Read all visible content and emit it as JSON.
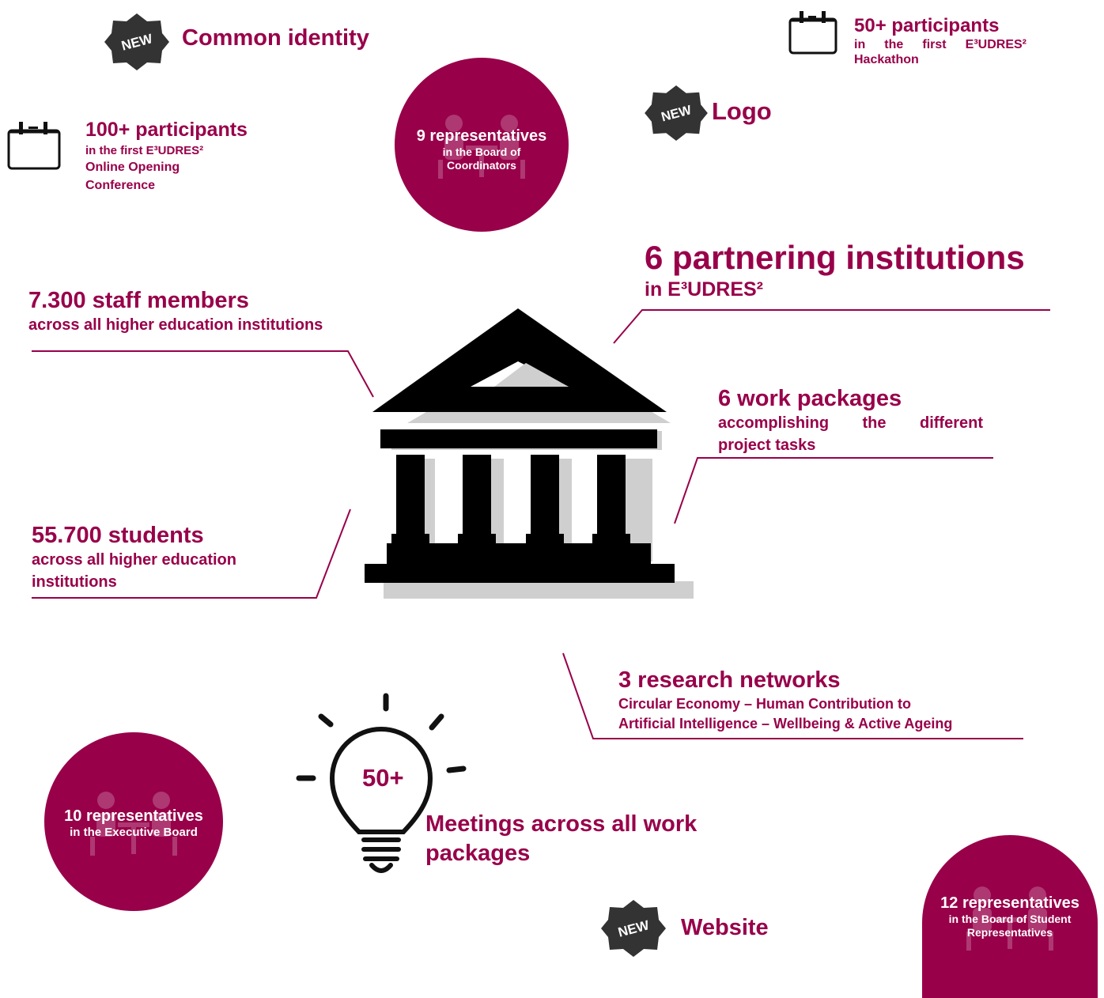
{
  "colors": {
    "accent": "#98004a",
    "icon": "#111111",
    "shadow": "#cfcfcf"
  },
  "icons": {
    "new_badge": "new-badge-icon",
    "calendar": "calendar-icon",
    "bank": "bank-building-icon",
    "lightbulb": "lightbulb-icon",
    "meeting": "meeting-people-icon"
  },
  "badges": {
    "new_label": "NEW"
  },
  "common_identity": {
    "title": "Common identity"
  },
  "logo": {
    "title": "Logo"
  },
  "website": {
    "title": "Website"
  },
  "hackathon": {
    "title": "50+ participants",
    "sub": "in the first E³UDRES² Hackathon"
  },
  "conference": {
    "title": "100+ participants",
    "line1": "in the first E³UDRES²",
    "line2": "Online Opening",
    "line3": "Conference"
  },
  "coordinators": {
    "title": "9 representatives",
    "line1": "in the Board of",
    "line2": "Coordinators"
  },
  "partners": {
    "title": "6 partnering institutions",
    "sub": "in E³UDRES²"
  },
  "staff": {
    "title": "7.300 staff members",
    "sub": "across all higher education institutions"
  },
  "work_packages": {
    "title": "6 work packages",
    "line1": "accomplishing the different",
    "line2": "project tasks"
  },
  "students": {
    "title": "55.700 students",
    "line1": "across all higher education",
    "line2": "institutions"
  },
  "research": {
    "title": "3 research networks",
    "line1": "Circular Economy – Human Contribution to",
    "line2": "Artificial Intelligence – Wellbeing & Active Ageing"
  },
  "meetings": {
    "count": "50+",
    "line1": "Meetings across all work",
    "line2": "packages"
  },
  "executive": {
    "title": "10 representatives",
    "sub": "in the Executive Board"
  },
  "students_board": {
    "title": "12 representatives",
    "line1": "in the Board of Student",
    "line2": "Representatives"
  }
}
